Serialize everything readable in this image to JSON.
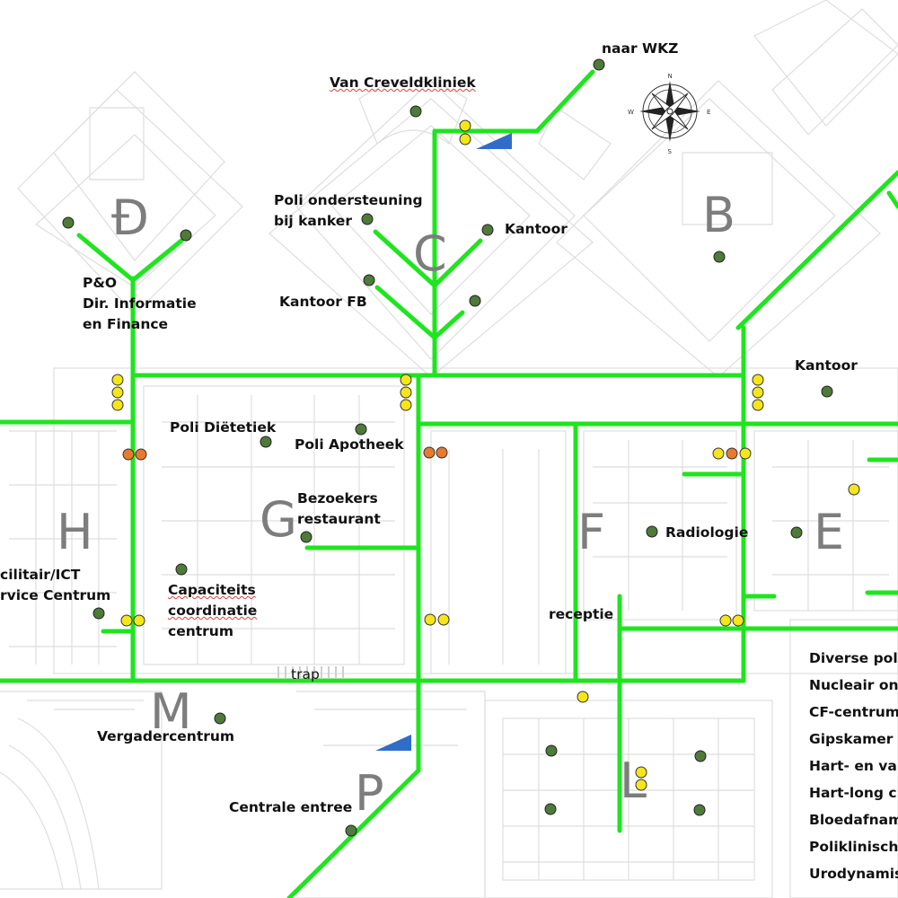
{
  "colors": {
    "route": "#1ee51e",
    "location_dot": "#4e7a3a",
    "elevator_dot": "#f5e619",
    "stair_dot": "#e87a2e",
    "ramp": "#2f6dc9",
    "background_plan": "#dcdcdc"
  },
  "icons": {
    "compass": "compass-rose-icon",
    "ramp": "triangle-ramp-icon"
  },
  "compass": {
    "n": "N",
    "e": "E",
    "s": "S",
    "w": "W"
  },
  "wings": {
    "D": "Ɖ",
    "C": "C",
    "B": "B",
    "H": "H",
    "G": "G",
    "F": "F",
    "E": "E",
    "M": "M",
    "P": "P",
    "L": "L"
  },
  "labels": {
    "naar_wkz": "naar WKZ",
    "van_creveld": "Van Creveldkliniek",
    "poli_ondersteuning_1": "Poli ondersteuning",
    "poli_ondersteuning_2": "bij kanker",
    "kantoor_c": "Kantoor",
    "kantoor_fb": "Kantoor FB",
    "po_1": "P&O",
    "po_2": "Dir. Informatie",
    "po_3": "en Finance",
    "kantoor_b": "Kantoor",
    "poli_dietetiek": "Poli Diëtetiek",
    "poli_apotheek": "Poli Apotheek",
    "bezoekers_1": "Bezoekers",
    "bezoekers_2": "restaurant",
    "radiologie": "Radiologie",
    "facilitair_1": "cilitair/ICT",
    "facilitair_2": "rvice Centrum",
    "capaciteits_1": "Capaciteits",
    "capaciteits_2": "coordinatie",
    "capaciteits_3": "centrum",
    "receptie": "receptie",
    "trap": "trap",
    "vergadercentrum": "Vergadercentrum",
    "centrale_entree": "Centrale entree"
  },
  "east_list": [
    "Diverse poli",
    "Nucleair on",
    "CF-centrum",
    "Gipskamer",
    "Hart- en va",
    "Hart-long c",
    "Bloedafnam",
    "Poliklinisch",
    "Urodynamis"
  ]
}
